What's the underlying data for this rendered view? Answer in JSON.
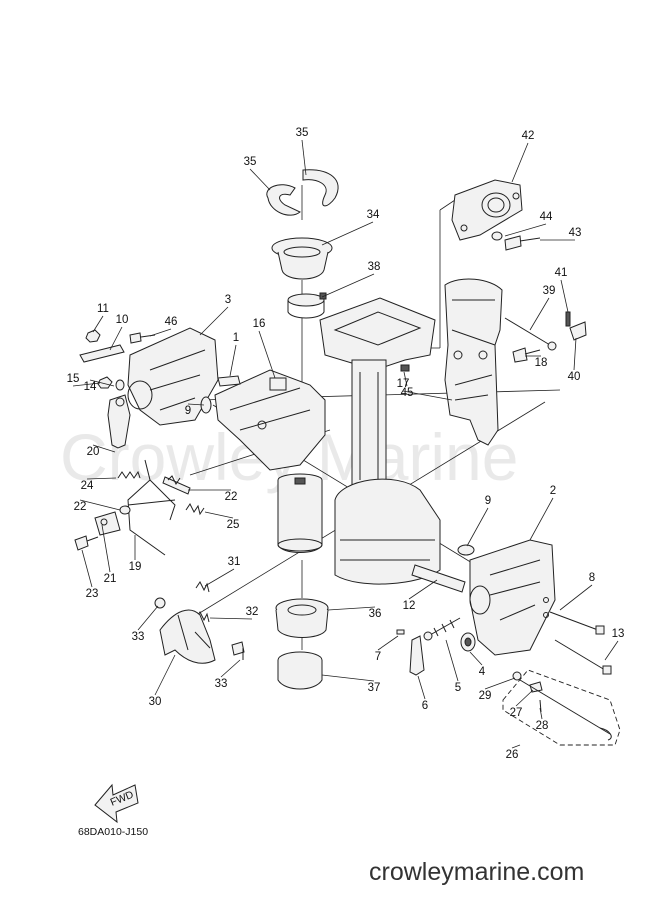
{
  "diagram": {
    "watermark": "Crowley Marine",
    "code": "68DA010-J150",
    "footer": "crowleymarine.com",
    "fwd_label": "FWD",
    "callouts": [
      "35",
      "35",
      "42",
      "34",
      "44",
      "43",
      "38",
      "41",
      "39",
      "11",
      "10",
      "46",
      "3",
      "16",
      "1",
      "15",
      "14",
      "9",
      "45",
      "18",
      "40",
      "17",
      "20",
      "24",
      "22",
      "22",
      "9",
      "2",
      "25",
      "8",
      "19",
      "21",
      "23",
      "31",
      "33",
      "12",
      "32",
      "36",
      "13",
      "7",
      "4",
      "5",
      "30",
      "33",
      "37",
      "29",
      "27",
      "28",
      "6",
      "26"
    ]
  }
}
